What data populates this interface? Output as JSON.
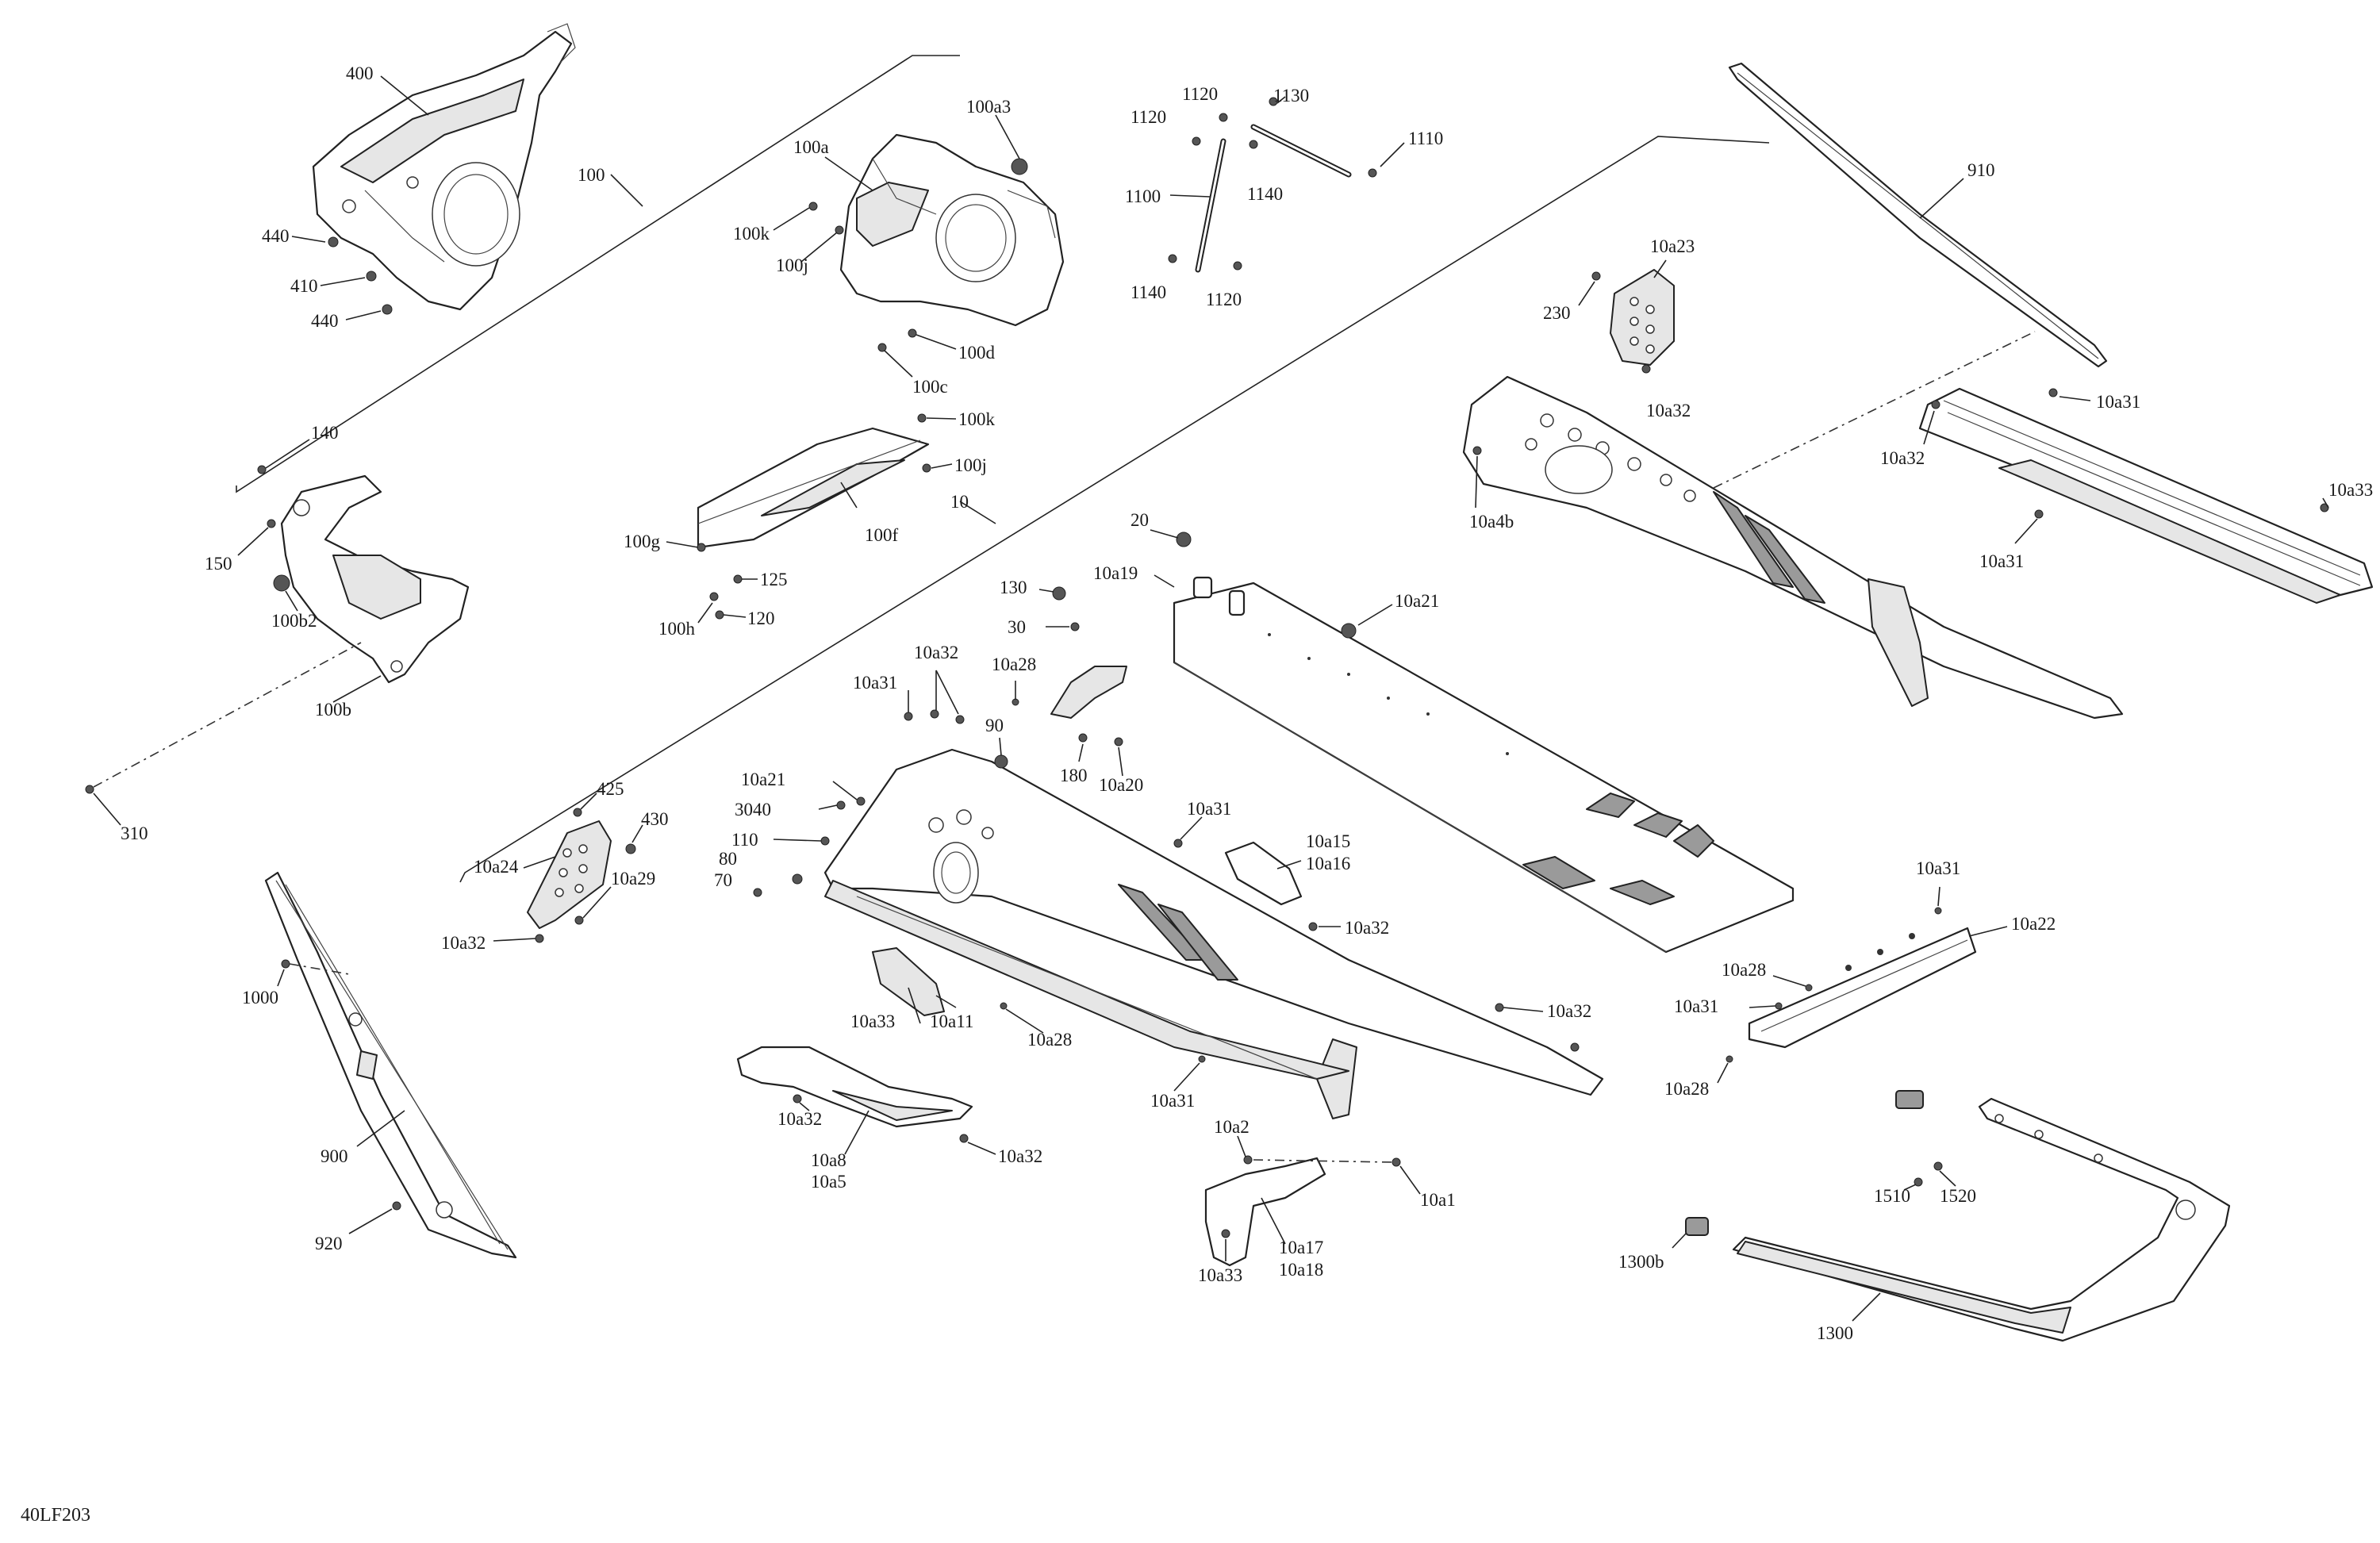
{
  "diagram": {
    "reference_code": "40LF203",
    "callouts": {
      "c400": "400",
      "c100": "100",
      "c440a": "440",
      "c410": "410",
      "c440b": "440",
      "c100a3": "100a3",
      "c100a": "100a",
      "c100k_top": "100k",
      "c100j_top": "100j",
      "c100d": "100d",
      "c100c": "100c",
      "c1120a": "1120",
      "c1130": "1130",
      "c1120b": "1120",
      "c1110": "1110",
      "c1100": "1100",
      "c1140a": "1140",
      "c1140b": "1140",
      "c1120c": "1120",
      "c910": "910",
      "c10a23": "10a23",
      "c230": "230",
      "c10a32_top": "10a32",
      "c10a31_tr": "10a31",
      "c10a32_r": "10a32",
      "c10a4b": "10a4b",
      "c10a33_r": "10a33",
      "c10a31_r": "10a31",
      "c140": "140",
      "c150": "150",
      "c100b2": "100b2",
      "c100b": "100b",
      "c310": "310",
      "c100k_mid": "100k",
      "c100j_mid": "100j",
      "c100f": "100f",
      "c100g": "100g",
      "c125": "125",
      "c100h": "100h",
      "c120": "120",
      "c10": "10",
      "c20": "20",
      "c130": "130",
      "c10a19": "10a19",
      "c30": "30",
      "c10a21_r": "10a21",
      "c10a28_mid": "10a28",
      "c10a32_mid": "10a32",
      "c10a31_mid": "10a31",
      "c90": "90",
      "c180": "180",
      "c10a20": "10a20",
      "c10a21_l": "10a21",
      "c3040": "3040",
      "c110": "110",
      "c80": "80",
      "c70": "70",
      "c425": "425",
      "c430": "430",
      "c10a24": "10a24",
      "c10a29": "10a29",
      "c10a32_l": "10a32",
      "c10a31_c": "10a31",
      "c10a15": "10a15",
      "c10a16": "10a16",
      "c10a32_c": "10a32",
      "c10a32_c2": "10a32",
      "c10a33_c": "10a33",
      "c10a11": "10a11",
      "c10a28_c": "10a28",
      "c10a31_b": "10a31",
      "c10a32_bl": "10a32",
      "c10a8": "10a8",
      "c10a5": "10a5",
      "c10a32_b": "10a32",
      "c10a2": "10a2",
      "c10a1": "10a1",
      "c10a17": "10a17",
      "c10a18": "10a18",
      "c10a33_b": "10a33",
      "c10a31_br": "10a31",
      "c10a22": "10a22",
      "c10a28_br": "10a28",
      "c10a31_br2": "10a31",
      "c10a28_br2": "10a28",
      "c1000": "1000",
      "c900": "900",
      "c920": "920",
      "c1510": "1510",
      "c1520": "1520",
      "c1300b": "1300b",
      "c1300": "1300"
    }
  }
}
